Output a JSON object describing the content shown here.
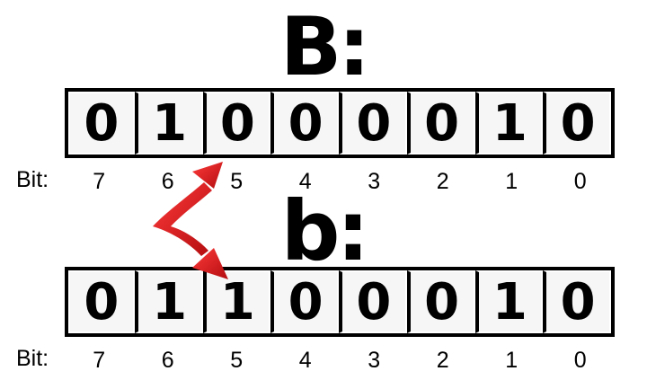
{
  "headings": {
    "top": "B:",
    "bottom": "b:"
  },
  "registers": [
    {
      "bits": [
        "0",
        "1",
        "0",
        "0",
        "0",
        "0",
        "1",
        "0"
      ]
    },
    {
      "bits": [
        "0",
        "1",
        "1",
        "0",
        "0",
        "0",
        "1",
        "0"
      ]
    }
  ],
  "bit_label": "Bit:",
  "bit_indices": [
    "7",
    "6",
    "5",
    "4",
    "3",
    "2",
    "1",
    "0"
  ],
  "arrow": {
    "color": "#e8161b",
    "from_bit": "5",
    "to_bit": "5"
  }
}
